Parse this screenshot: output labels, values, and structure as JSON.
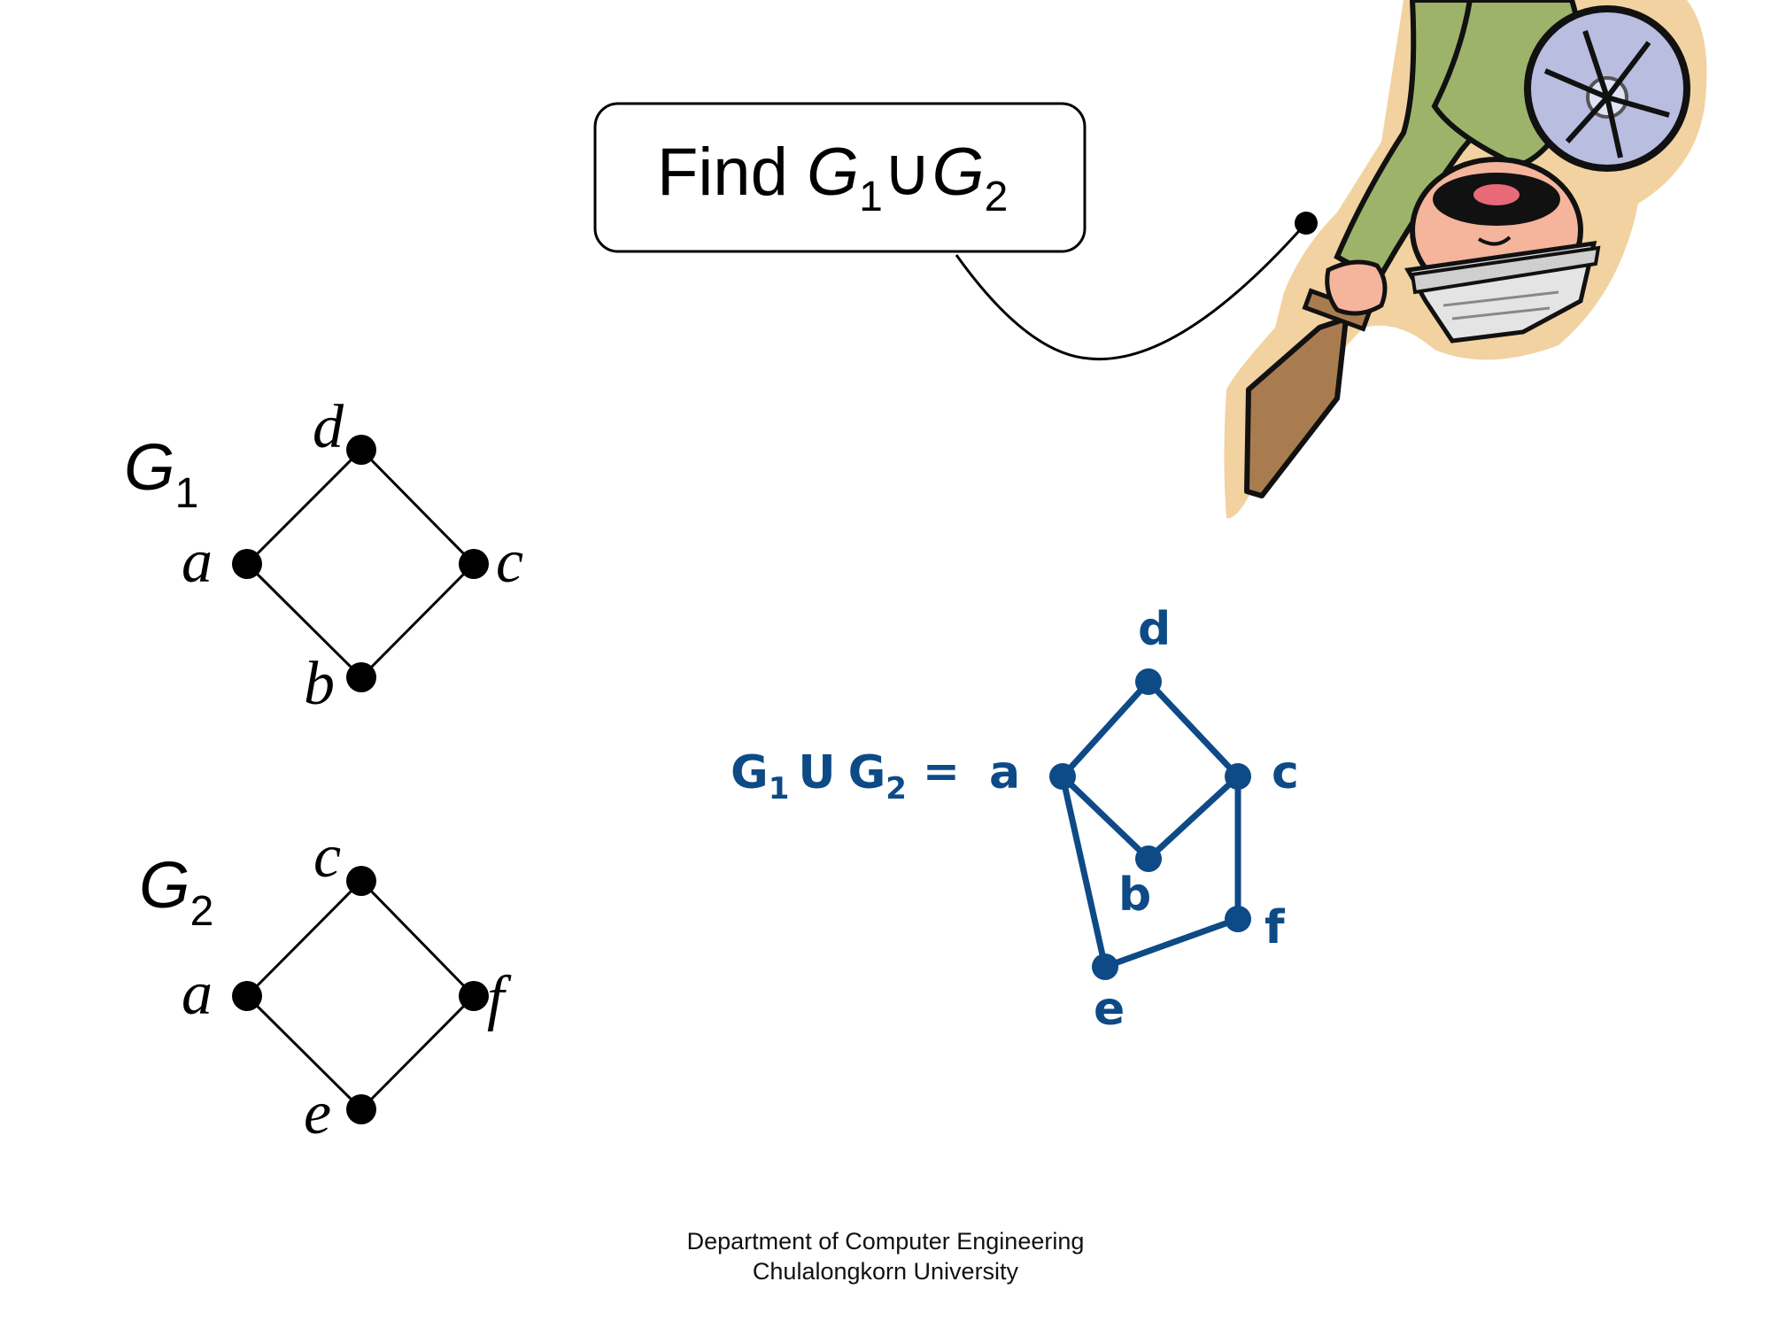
{
  "callout": {
    "prefix": "Find ",
    "g": "G",
    "sub1": "1",
    "union": "∪",
    "sub2": "2"
  },
  "graph1": {
    "name": "G",
    "sub": "1",
    "vertices": [
      "d",
      "a",
      "c",
      "b"
    ],
    "edges": [
      [
        "a",
        "d"
      ],
      [
        "d",
        "c"
      ],
      [
        "c",
        "b"
      ],
      [
        "b",
        "a"
      ]
    ]
  },
  "graph2": {
    "name": "G",
    "sub": "2",
    "vertices": [
      "c",
      "a",
      "f",
      "e"
    ],
    "edges": [
      [
        "a",
        "c"
      ],
      [
        "c",
        "f"
      ],
      [
        "f",
        "e"
      ],
      [
        "e",
        "a"
      ]
    ]
  },
  "answer": {
    "lhs_g": "G",
    "lhs_sub1": "1",
    "lhs_union": "U",
    "lhs_sub2": "2",
    "equals": "=",
    "vertices": [
      "d",
      "a",
      "c",
      "b",
      "f",
      "e"
    ],
    "edges": [
      [
        "a",
        "d"
      ],
      [
        "d",
        "c"
      ],
      [
        "a",
        "b"
      ],
      [
        "b",
        "c"
      ],
      [
        "c",
        "f"
      ],
      [
        "f",
        "e"
      ],
      [
        "e",
        "a"
      ]
    ],
    "color": "#0d4a86"
  },
  "colors": {
    "ink": "#000000",
    "answer": "#0d4a86",
    "cartoon_shirt": "#9db36a",
    "cartoon_skin": "#f4b59c",
    "cartoon_outline_halo": "#f2d2a0",
    "cartoon_stick": "#a97c50",
    "cartoon_fan": "#b9bde0"
  },
  "footer": {
    "line1": "Department of Computer Engineering",
    "line2": "Chulalongkorn University"
  }
}
